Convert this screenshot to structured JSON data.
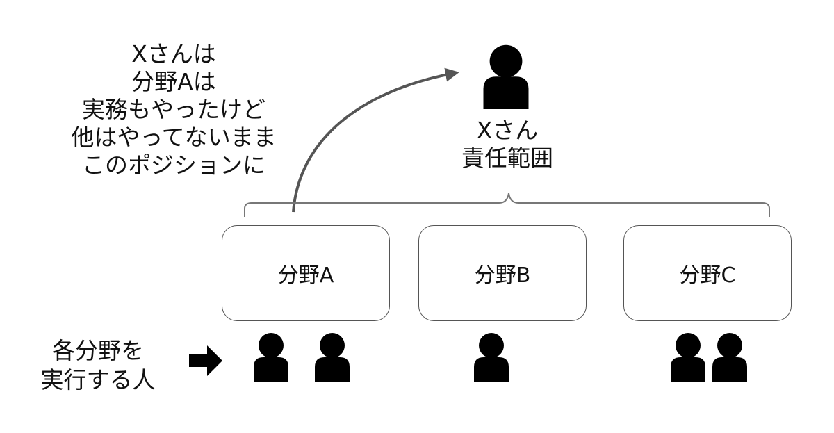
{
  "note_lines": [
    "Xさんは",
    "分野Aは",
    "実務もやったけど",
    "他はやってないまま",
    "このポジションに"
  ],
  "leader": {
    "line1": "Xさん",
    "line2": "責任範囲"
  },
  "fields": [
    "分野A",
    "分野B",
    "分野C"
  ],
  "workers_label": {
    "line1": "各分野を",
    "line2": "実行する人"
  },
  "workers_per_field": [
    2,
    1,
    2
  ],
  "colors": {
    "person": "#000000",
    "box_border": "#555555",
    "arrow": "#555555",
    "brace": "#777777"
  },
  "icons": [
    "person-icon",
    "right-arrow-icon",
    "curved-arrow"
  ]
}
